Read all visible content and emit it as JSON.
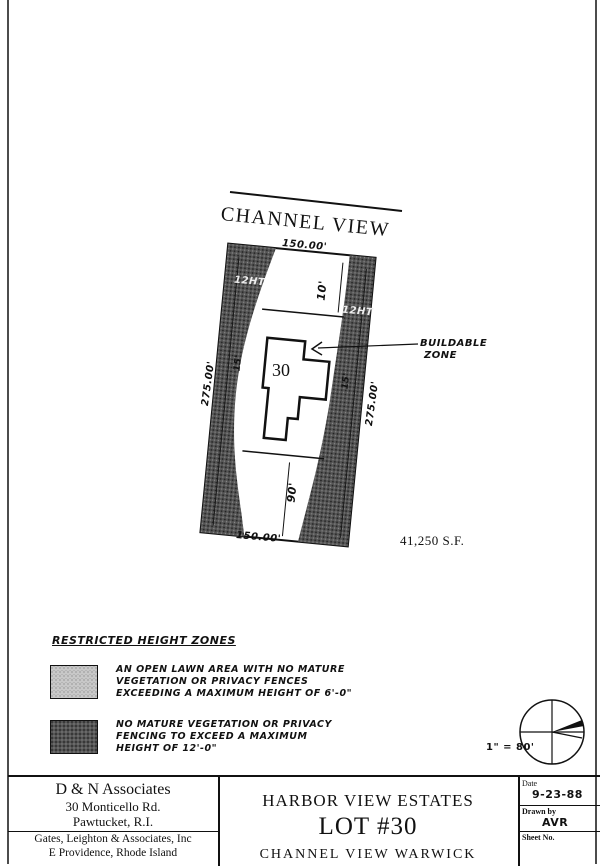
{
  "plan": {
    "street_name": "CHANNEL VIEW",
    "frontage_top": "150.00'",
    "frontage_bottom": "150.00'",
    "side_left": "275.00'",
    "side_right": "275.00'",
    "front_setback": "10'",
    "rear_setback": "90'",
    "side_setback_left": "15'",
    "side_setback_right": "15'",
    "height_zone_left": "12HT",
    "height_zone_right": "12HT",
    "lot_number": "30",
    "buildable_label_line1": "BUILDABLE",
    "buildable_label_line2": "ZONE",
    "area": "41,250 S.F."
  },
  "legend": {
    "title": "RESTRICTED HEIGHT ZONES",
    "items": [
      {
        "lines": [
          "AN OPEN LAWN AREA WITH NO MATURE",
          "VEGETATION OR PRIVACY FENCES",
          "EXCEEDING A MAXIMUM HEIGHT OF 6'-0\""
        ]
      },
      {
        "lines": [
          "NO MATURE VEGETATION OR PRIVACY",
          "FENCING TO EXCEED A MAXIMUM",
          "HEIGHT OF 12'-0\""
        ]
      }
    ]
  },
  "scale": "1\" = 80'",
  "title_block": {
    "firm_name": "D & N Associates",
    "firm_address_1": "30 Monticello Rd.",
    "firm_address_2": "Pawtucket, R.I.",
    "engineer_name": "Gates, Leighton & Associates, Inc",
    "engineer_address": "E Providence, Rhode Island",
    "project_name": "HARBOR VIEW ESTATES",
    "lot_title": "LOT #30",
    "subtitle": "CHANNEL VIEW WARWICK",
    "date_label": "Date",
    "date_value": "9-23-88",
    "drawn_label": "Drawn by",
    "drawn_value": "AVR",
    "sheet_label": "Sheet No."
  }
}
